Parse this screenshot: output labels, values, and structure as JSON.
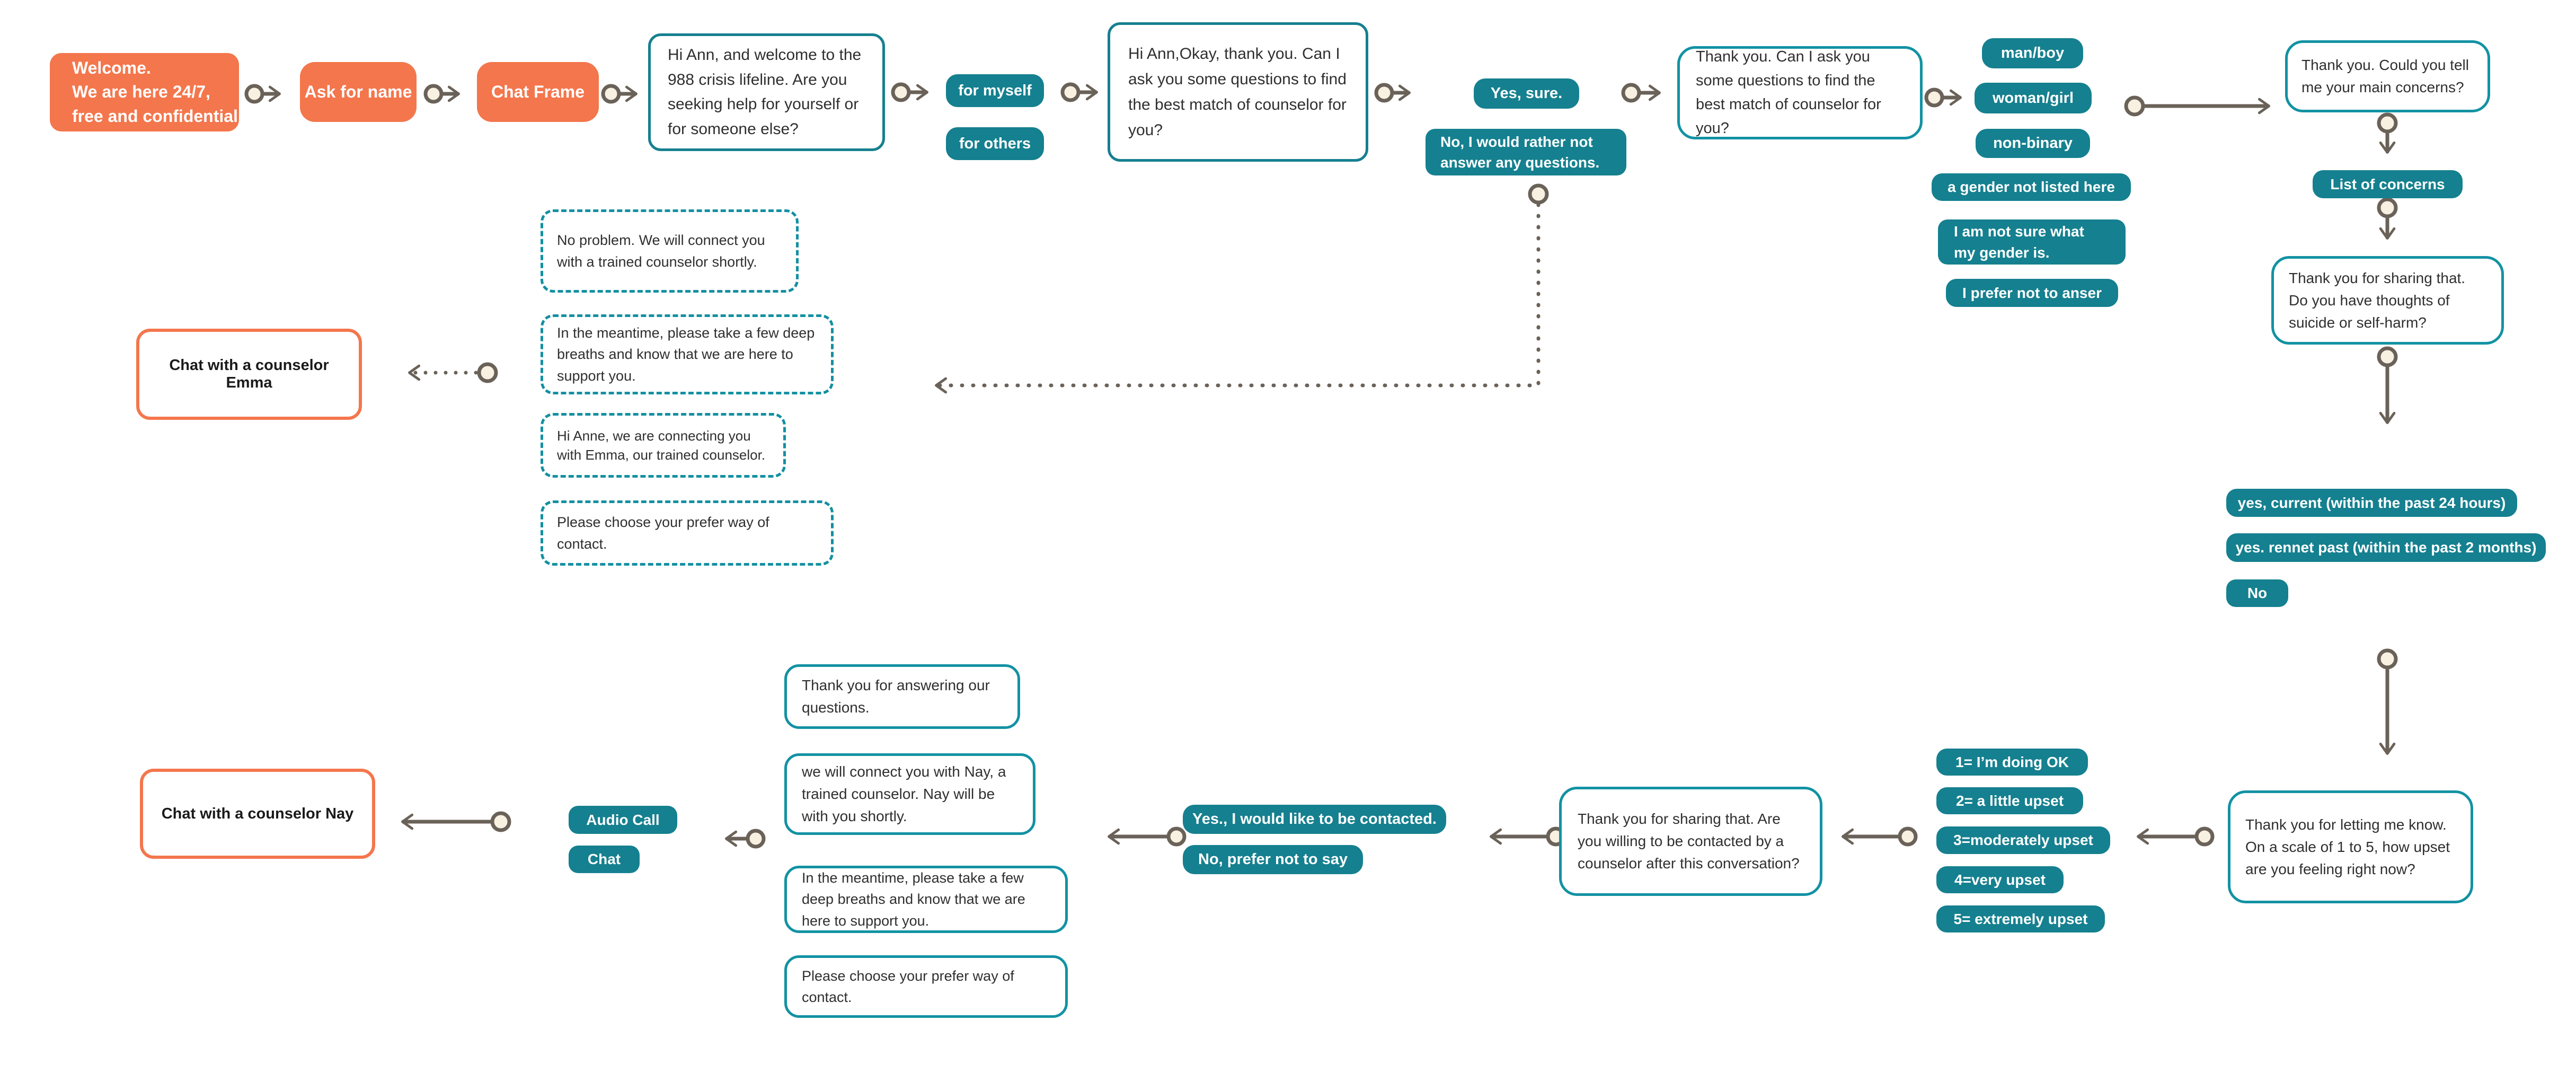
{
  "colors": {
    "orange": "#F4764C",
    "teal_fill": "#15808F",
    "teal_border": "#1292A3",
    "connector_gray": "#6A6258",
    "connector_dot_fill": "#F8F0E1"
  },
  "start": {
    "welcome_line1": "Welcome.",
    "welcome_line2": "We are here 24/7,",
    "welcome_line3": "free and confidential",
    "ask_name": "Ask for name",
    "chat_frame": "Chat Frame"
  },
  "bot": {
    "q_help_target": "Hi Ann, and welcome to the 988 crisis lifeline. Are you seeking help for yourself or for someone else?",
    "q_questions_ok": "Hi Ann,Okay, thank you. Can I ask you some questions to find the best match of counselor for you?",
    "q_best_match": "Thank you. Can I ask you some questions to find the best match of counselor for you?",
    "q_main_concerns": "Thank you. Could you tell me your main concerns?",
    "q_suicide": "Thank you for sharing that. Do you have thoughts of suicide or self-harm?",
    "q_upset_scale": "Thank you for letting me know. On a scale of 1 to 5, how upset are you feeling right now?",
    "q_contact": "Thank you for sharing that. Are you willing to be contacted by a counselor after this conversation?",
    "thanks_answering": "Thank you for answering our questions.",
    "connect_nay": "we will connect you with Nay, a trained counselor. Nay will be with you shortly.",
    "meantime_breaths_nay": "In the meantime, please take a few deep breaths and know that we are here to support you.",
    "choose_contact_nay": "Please choose your prefer way of contact."
  },
  "optional_bot": {
    "no_problem": "No problem. We will connect you with a trained counselor shortly.",
    "meantime_breaths": "In the meantime, please take a few deep breaths and know that we are here to support you.",
    "connecting_emma": "Hi Anne, we are connecting you with Emma, our trained counselor.",
    "choose_contact": "Please choose your prefer way of contact."
  },
  "options": {
    "for_myself": "for myself",
    "for_others": "for others",
    "yes_sure": "Yes, sure.",
    "no_rather": "No, I would rather not answer any questions.",
    "man": "man/boy",
    "woman": "woman/girl",
    "nonbinary": "non-binary",
    "gender_not_listed": "a gender not listed here",
    "gender_not_sure": "I am not sure what my gender is.",
    "prefer_not_answer": "I prefer not to anser",
    "list_of_concerns": "List of concerns",
    "yes_current": "yes, current (within the past 24 hours)",
    "yes_recent": "yes. rennet past (within the past 2 months)",
    "no": "No",
    "scale1": "1= I’m doing OK",
    "scale2": "2= a little upset",
    "scale3": "3=moderately upset",
    "scale4": "4=very upset",
    "scale5": "5= extremely upset",
    "yes_contact": "Yes., I would like to be contacted.",
    "no_contact": "No, prefer not to say",
    "audio_call": "Audio Call",
    "chat": "Chat"
  },
  "endpoints": {
    "chat_emma": "Chat with a counselor Emma",
    "chat_nay": "Chat with a counselor Nay"
  }
}
